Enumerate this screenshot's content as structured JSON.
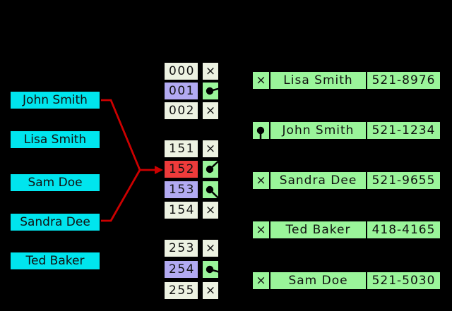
{
  "colors": {
    "background": "#000000",
    "key-fill": "#00e5ee",
    "bucket-fill": "#edf2e2",
    "occupied-fill": "#b2aaf2",
    "collision-fill": "#ee3b3b",
    "pointer-fill": "#9af59a",
    "entry-fill": "#9af59a",
    "arrow": "#cc0000",
    "line": "#000000",
    "text": "#111111"
  },
  "keys": [
    {
      "label": "John Smith"
    },
    {
      "label": "Lisa Smith"
    },
    {
      "label": "Sam Doe"
    },
    {
      "label": "Sandra Dee"
    },
    {
      "label": "Ted Baker"
    }
  ],
  "buckets": {
    "empty_symbol": "×",
    "groups": [
      {
        "rows": [
          {
            "index": "000",
            "slot": "empty"
          },
          {
            "index": "001",
            "slot": "pointer"
          },
          {
            "index": "002",
            "slot": "empty"
          }
        ]
      },
      {
        "rows": [
          {
            "index": "151",
            "slot": "empty"
          },
          {
            "index": "152",
            "slot": "pointer-collision"
          },
          {
            "index": "153",
            "slot": "pointer"
          },
          {
            "index": "154",
            "slot": "empty"
          }
        ]
      },
      {
        "rows": [
          {
            "index": "253",
            "slot": "empty"
          },
          {
            "index": "254",
            "slot": "pointer"
          },
          {
            "index": "255",
            "slot": "empty"
          }
        ]
      }
    ]
  },
  "entries": [
    {
      "next": "null",
      "name": "Lisa Smith",
      "phone": "521-8976"
    },
    {
      "next": "pointer",
      "name": "John Smith",
      "phone": "521-1234"
    },
    {
      "next": "null",
      "name": "Sandra Dee",
      "phone": "521-9655"
    },
    {
      "next": "null",
      "name": "Ted Baker",
      "phone": "418-4165"
    },
    {
      "next": "null",
      "name": "Sam Doe",
      "phone": "521-5030"
    }
  ]
}
